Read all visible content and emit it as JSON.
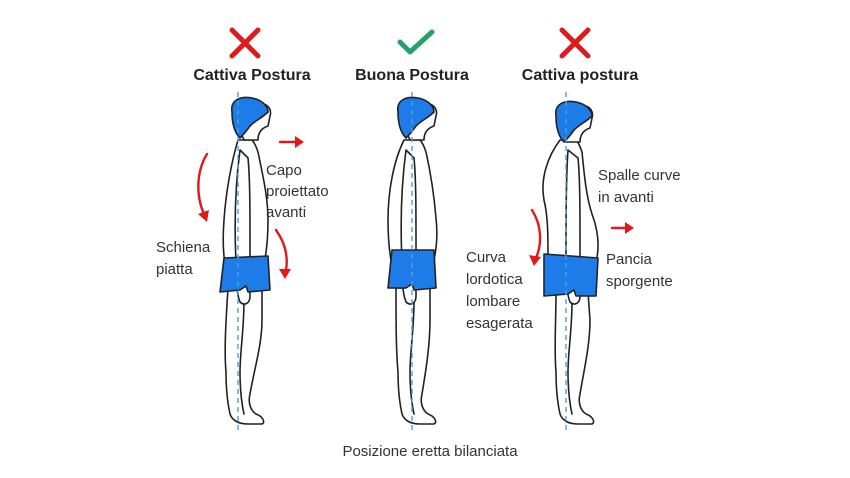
{
  "colors": {
    "bad": "#e0191b",
    "good": "#27a06e",
    "shorts": "#1e7ce8",
    "axis": "#4aa0dd"
  },
  "figures": [
    {
      "status": "bad",
      "status_icon": "cross-icon",
      "title": "Cattiva Postura",
      "notes": {
        "head": [
          "Capo",
          "proiettato",
          "avanti"
        ],
        "back": [
          "Schiena",
          "piatta"
        ]
      }
    },
    {
      "status": "good",
      "status_icon": "check-icon",
      "title": "Buona Postura"
    },
    {
      "status": "bad",
      "status_icon": "cross-icon",
      "title": "Cattiva postura",
      "notes": {
        "shoulders": [
          "Spalle curve",
          "in avanti"
        ],
        "belly": [
          "Pancia",
          "sporgente"
        ],
        "lumbar": [
          "Curva",
          "lordotica",
          "lombare",
          "esagerata"
        ]
      }
    }
  ],
  "caption": "Posizione eretta bilanciata"
}
